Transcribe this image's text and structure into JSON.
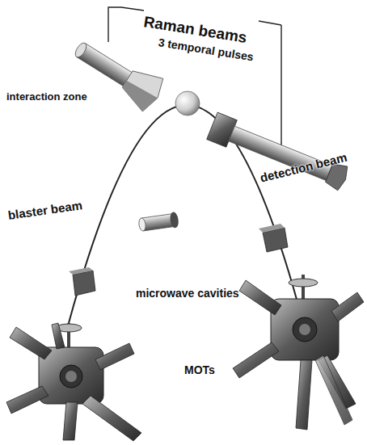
{
  "diagram": {
    "labels": [
      "Raman beams",
      "3 temporal pulses",
      "interaction zone",
      "blaster beam",
      "detection beam",
      "microwave cavities",
      "MOTs"
    ]
  }
}
